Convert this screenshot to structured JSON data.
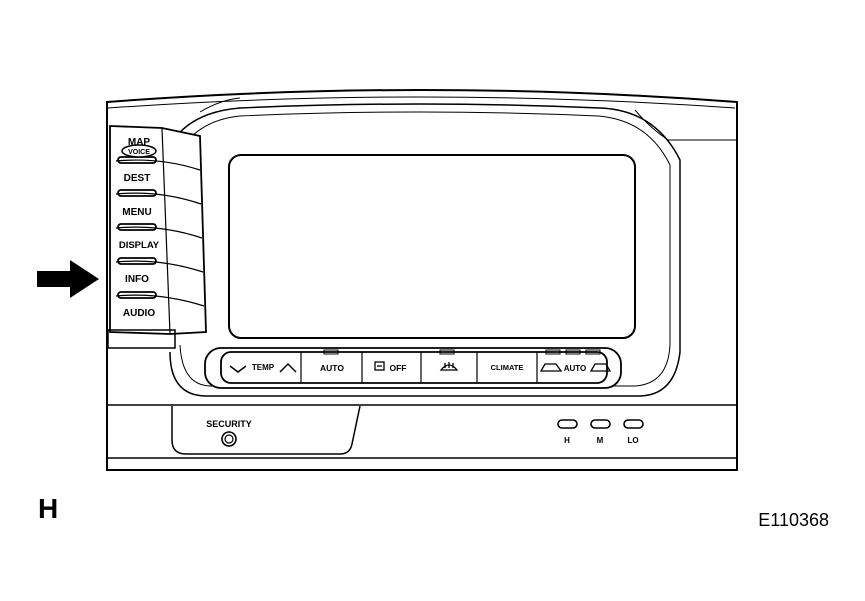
{
  "left_buttons": [
    "MAP",
    "VOICE",
    "DEST",
    "MENU",
    "DISPLAY",
    "INFO",
    "AUDIO"
  ],
  "climate_bar": {
    "temp": "TEMP",
    "auto": "AUTO",
    "off": "OFF",
    "climate": "CLIMATE",
    "fan_auto": "AUTO"
  },
  "security_label": "SECURITY",
  "seat_heater_labels": [
    "H",
    "M",
    "LO"
  ],
  "corner_letter": "H",
  "figure_code": "E110368",
  "arrow_target": "INFO"
}
